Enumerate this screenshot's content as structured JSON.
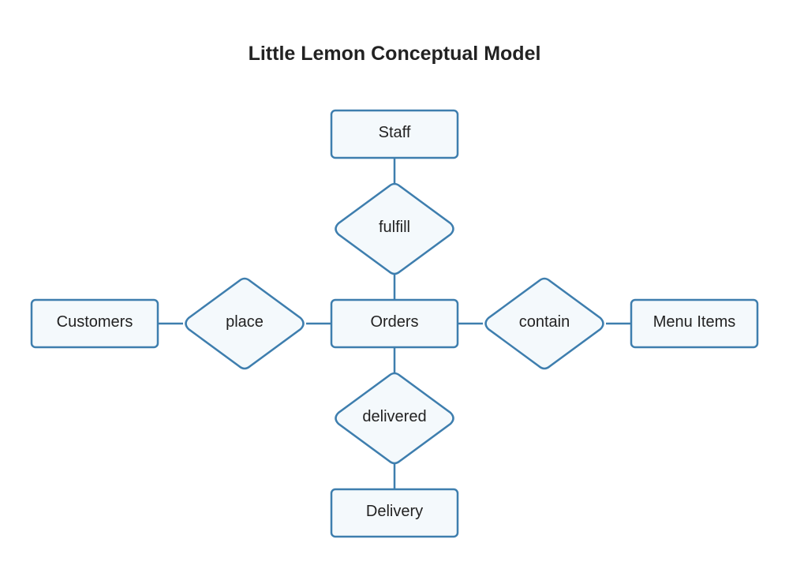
{
  "title": "Little Lemon Conceptual Model",
  "colors": {
    "stroke": "#3e7eae",
    "fill": "#f4f9fc",
    "text": "#222222"
  },
  "entities": {
    "staff": "Staff",
    "orders": "Orders",
    "customers": "Customers",
    "menu_items": "Menu Items",
    "delivery": "Delivery"
  },
  "relationships": {
    "fulfill": "fulfill",
    "place": "place",
    "contain": "contain",
    "delivered": "delivered"
  }
}
